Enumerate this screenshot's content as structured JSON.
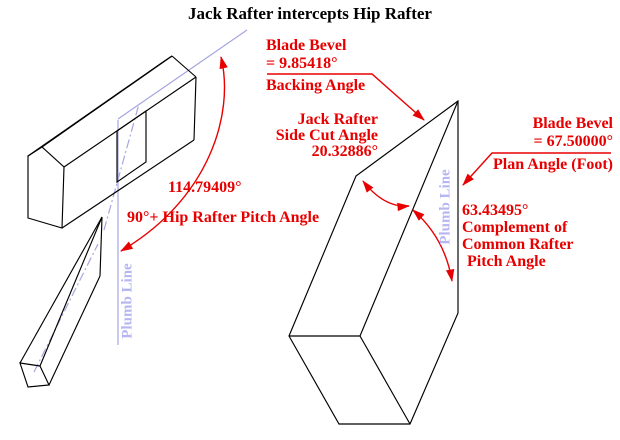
{
  "title": "Jack Rafter intercepts Hip Rafter",
  "colors": {
    "annotation": "#e80000",
    "outline": "#000000",
    "construction": "#a6a6e0",
    "plumb_label": "#b6b6f2",
    "background": "#ffffff"
  },
  "annotations": {
    "backing_angle": {
      "name": "Blade Bevel",
      "value": "= 9.85418°",
      "caption": "Backing Angle"
    },
    "jack_side_cut": {
      "name_line1": "Jack Rafter",
      "name_line2": "Side Cut Angle",
      "value": "20.32886°"
    },
    "plan_angle": {
      "name": "Blade Bevel",
      "value": "= 67.50000°",
      "caption": "Plan Angle (Foot)"
    },
    "hip_pitch": {
      "value": "114.79409°",
      "caption": "90°+ Hip Rafter Pitch Angle"
    },
    "complement": {
      "value": "63.43495°",
      "caption_line1": "Complement of",
      "caption_line2": "Common Rafter",
      "caption_line3": "Pitch Angle"
    },
    "plumb_line_left": "Plumb Line",
    "plumb_line_right": "Plumb Line"
  }
}
